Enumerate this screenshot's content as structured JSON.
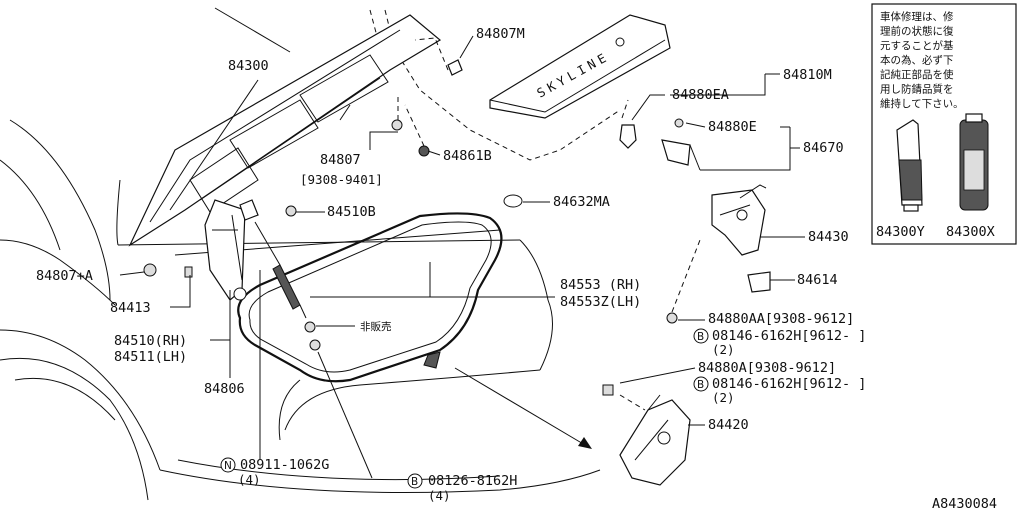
{
  "labels": {
    "p84300": "84300",
    "p84807m": "84807M",
    "p84810m": "84810M",
    "p84880ea": "84880EA",
    "p84880e": "84880E",
    "p84670": "84670",
    "p84807": "84807",
    "p84807_range": "[9308-9401]",
    "p84861b": "84861B",
    "p84510b": "84510B",
    "p84632ma": "84632MA",
    "p84430": "84430",
    "p84807a": "84807+A",
    "p84413": "84413",
    "p84614": "84614",
    "p84553rh": "84553 (RH)",
    "p84553zlh": "84553Z(LH)",
    "hihanbai": "非販売",
    "p84510rh": "84510(RH)",
    "p84511lh": "84511(LH)",
    "p84806": "84806",
    "p84880aa1": "84880AA[9308-9612]",
    "b1_code": "08146-6162H[9612-     ]",
    "b1_qty": "(2)",
    "p84880aa2": "84880A[9308-9612]",
    "b2_code": "08146-6162H[9612-     ]",
    "b2_qty": "(2)",
    "p84420": "84420",
    "n_code": "08911-1062G",
    "n_qty": "(4)",
    "b3_code": "08126-8162H",
    "b3_qty": "(4)",
    "diagram_id": "A8430084",
    "p84300y": "84300Y",
    "p84300x": "84300X",
    "badge_b": "B",
    "badge_n": "N",
    "emblem": "SKYLINE"
  },
  "notice_lines": [
    "車体修理は、修",
    "理前の状態に復",
    "元することが基",
    "本の為、必ず下",
    "記純正部品を使",
    "用し防錆品質を",
    "維持して下さい。"
  ]
}
